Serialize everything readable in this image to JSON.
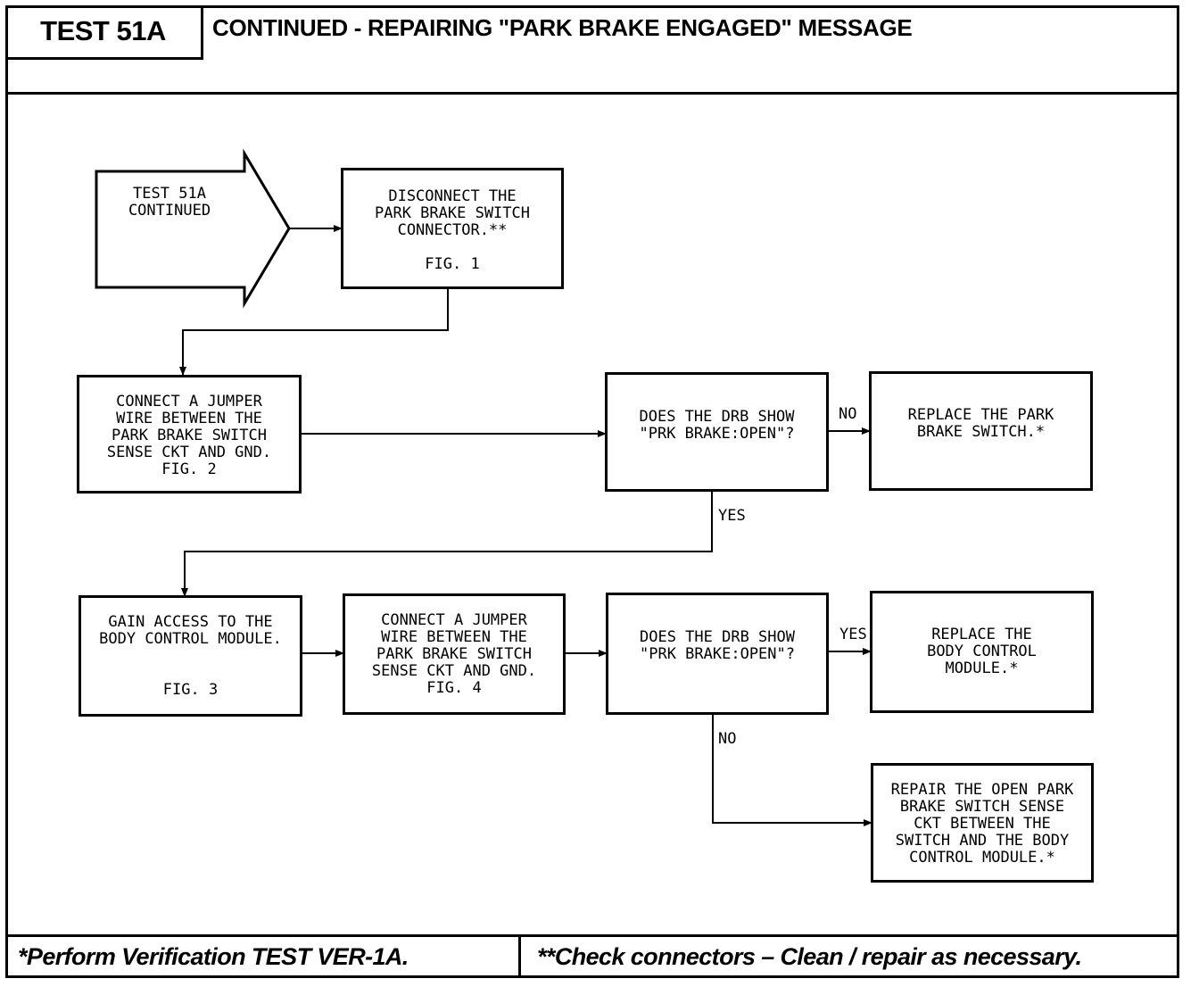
{
  "header": {
    "test_label": "TEST 51A",
    "title": "CONTINUED - REPAIRING \"PARK BRAKE ENGAGED\" MESSAGE"
  },
  "flow": {
    "start": "TEST 51A\nCONTINUED",
    "step1": "DISCONNECT THE\nPARK BRAKE SWITCH\nCONNECTOR.**\n\nFIG. 1",
    "step2": "CONNECT A JUMPER\nWIRE BETWEEN THE\nPARK BRAKE SWITCH\nSENSE CKT AND GND.\nFIG. 2",
    "decision1": "DOES THE DRB SHOW\n\"PRK BRAKE:OPEN\"?",
    "decision1_no_label": "NO",
    "result1": "REPLACE THE PARK\nBRAKE SWITCH.*",
    "decision1_yes_label": "YES",
    "step3": "GAIN ACCESS TO THE\nBODY CONTROL MODULE.\n\n\nFIG. 3",
    "step4": "CONNECT A JUMPER\nWIRE BETWEEN THE\nPARK BRAKE SWITCH\nSENSE CKT AND GND.\nFIG. 4",
    "decision2": "DOES THE DRB SHOW\n\"PRK BRAKE:OPEN\"?",
    "decision2_yes_label": "YES",
    "result2": "REPLACE THE\nBODY CONTROL\nMODULE.*",
    "decision2_no_label": "NO",
    "result3": "REPAIR THE OPEN PARK\nBRAKE SWITCH SENSE\nCKT BETWEEN THE\nSWITCH AND THE BODY\nCONTROL MODULE.*"
  },
  "footer": {
    "left_note": "*Perform Verification TEST VER-1A.",
    "right_note": "**Check connectors – Clean / repair as necessary."
  }
}
